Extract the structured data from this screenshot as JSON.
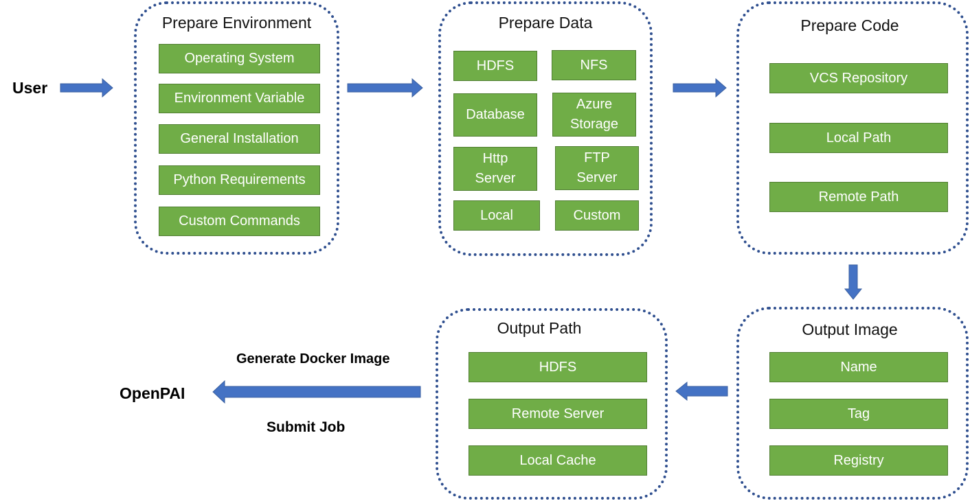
{
  "colors": {
    "panel_border": "#2f4f8f",
    "box_fill": "#70ad47",
    "box_text": "#ffffff",
    "arrow": "#4472c4"
  },
  "actors": {
    "user": "User",
    "openpai": "OpenPAI"
  },
  "final_step": {
    "top_label": "Generate Docker Image",
    "bottom_label": "Submit Job"
  },
  "panels": {
    "prepare_environment": {
      "title": "Prepare Environment",
      "items": [
        "Operating System",
        "Environment Variable",
        "General Installation",
        "Python Requirements",
        "Custom Commands"
      ]
    },
    "prepare_data": {
      "title": "Prepare Data",
      "items": [
        "HDFS",
        "NFS",
        "Database",
        "Azure\nStorage",
        "Http\nServer",
        "FTP\nServer",
        "Local",
        "Custom"
      ]
    },
    "prepare_code": {
      "title": "Prepare Code",
      "items": [
        "VCS Repository",
        "Local Path",
        "Remote Path"
      ]
    },
    "output_image": {
      "title": "Output Image",
      "items": [
        "Name",
        "Tag",
        "Registry"
      ]
    },
    "output_path": {
      "title": "Output Path",
      "items": [
        "HDFS",
        "Remote Server",
        "Local Cache"
      ]
    }
  }
}
